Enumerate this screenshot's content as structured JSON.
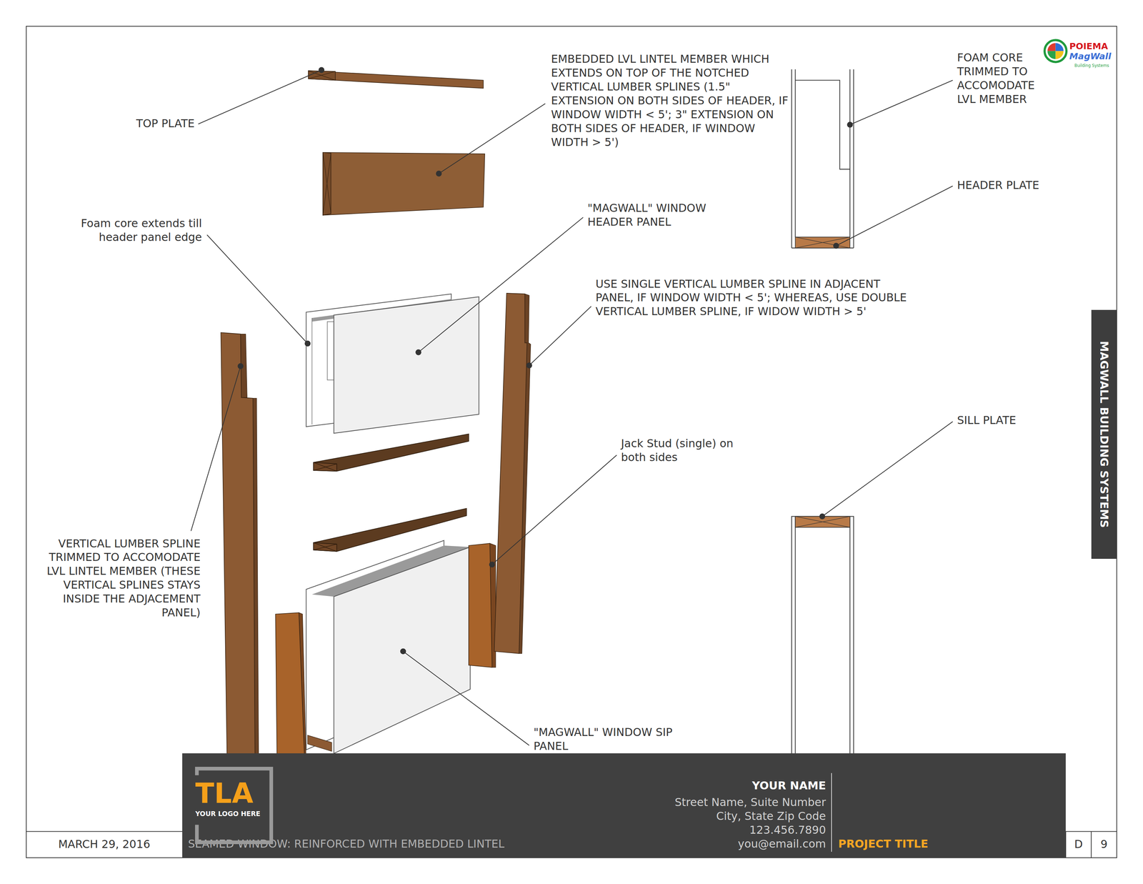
{
  "diagram": {
    "nodes": [
      {
        "text": [
          "MAGWALL BUILDING SYSTEMS"
        ]
      },
      {
        "text": [
          "YOUR NAME",
          "Street Name, Suite Number",
          "City, State Zip Code",
          "123.456.7890",
          "you@email.com",
          "PROJECT TITLE",
          "SEAMED WINDOW: REINFORCED WITH EMBEDDED LINTEL"
        ]
      },
      {
        "text": [
          "TLA",
          "YOUR LOGO HERE"
        ],
        "in": 1
      },
      {
        "text": [
          "MARCH 29, 2016"
        ]
      },
      {
        "text": [
          "D"
        ]
      },
      {
        "text": [
          "9"
        ]
      }
    ],
    "labels": [
      "TOP PLATE",
      "EMBEDDED LVL LINTEL MEMBER WHICH EXTENDS ON TOP OF THE NOTCHED VERTICAL LUMBER SPLINES (1.5\" EXTENSION ON BOTH SIDES OF HEADER, IF WINDOW WIDTH < 5'; 3\" EXTENSION ON BOTH SIDES OF HEADER, IF WINDOW WIDTH > 5')",
      "FOAM CORE TRIMMED TO ACCOMODATE LVL MEMBER",
      "POIEMA",
      "MagWall",
      "Building Systems",
      "Foam core extends till header panel edge",
      "\"MAGWALL\" WINDOW HEADER PANEL",
      "HEADER PLATE",
      "USE SINGLE VERTICAL LUMBER SPLINE IN ADJACENT PANEL, IF WINDOW WIDTH < 5'; WHEREAS, USE DOUBLE VERTICAL LUMBER SPLINE, IF WIDOW WIDTH > 5'",
      "SILL PLATE",
      "Jack Stud (single) on both sides",
      "VERTICAL LUMBER SPLINE TRIMMED TO ACCOMODATE LVL LINTEL MEMBER (THESE VERTICAL SPLINES STAYS INSIDE THE ADJACEMENT PANEL)",
      "\"MAGWALL\" WINDOW SIP PANEL"
    ]
  }
}
